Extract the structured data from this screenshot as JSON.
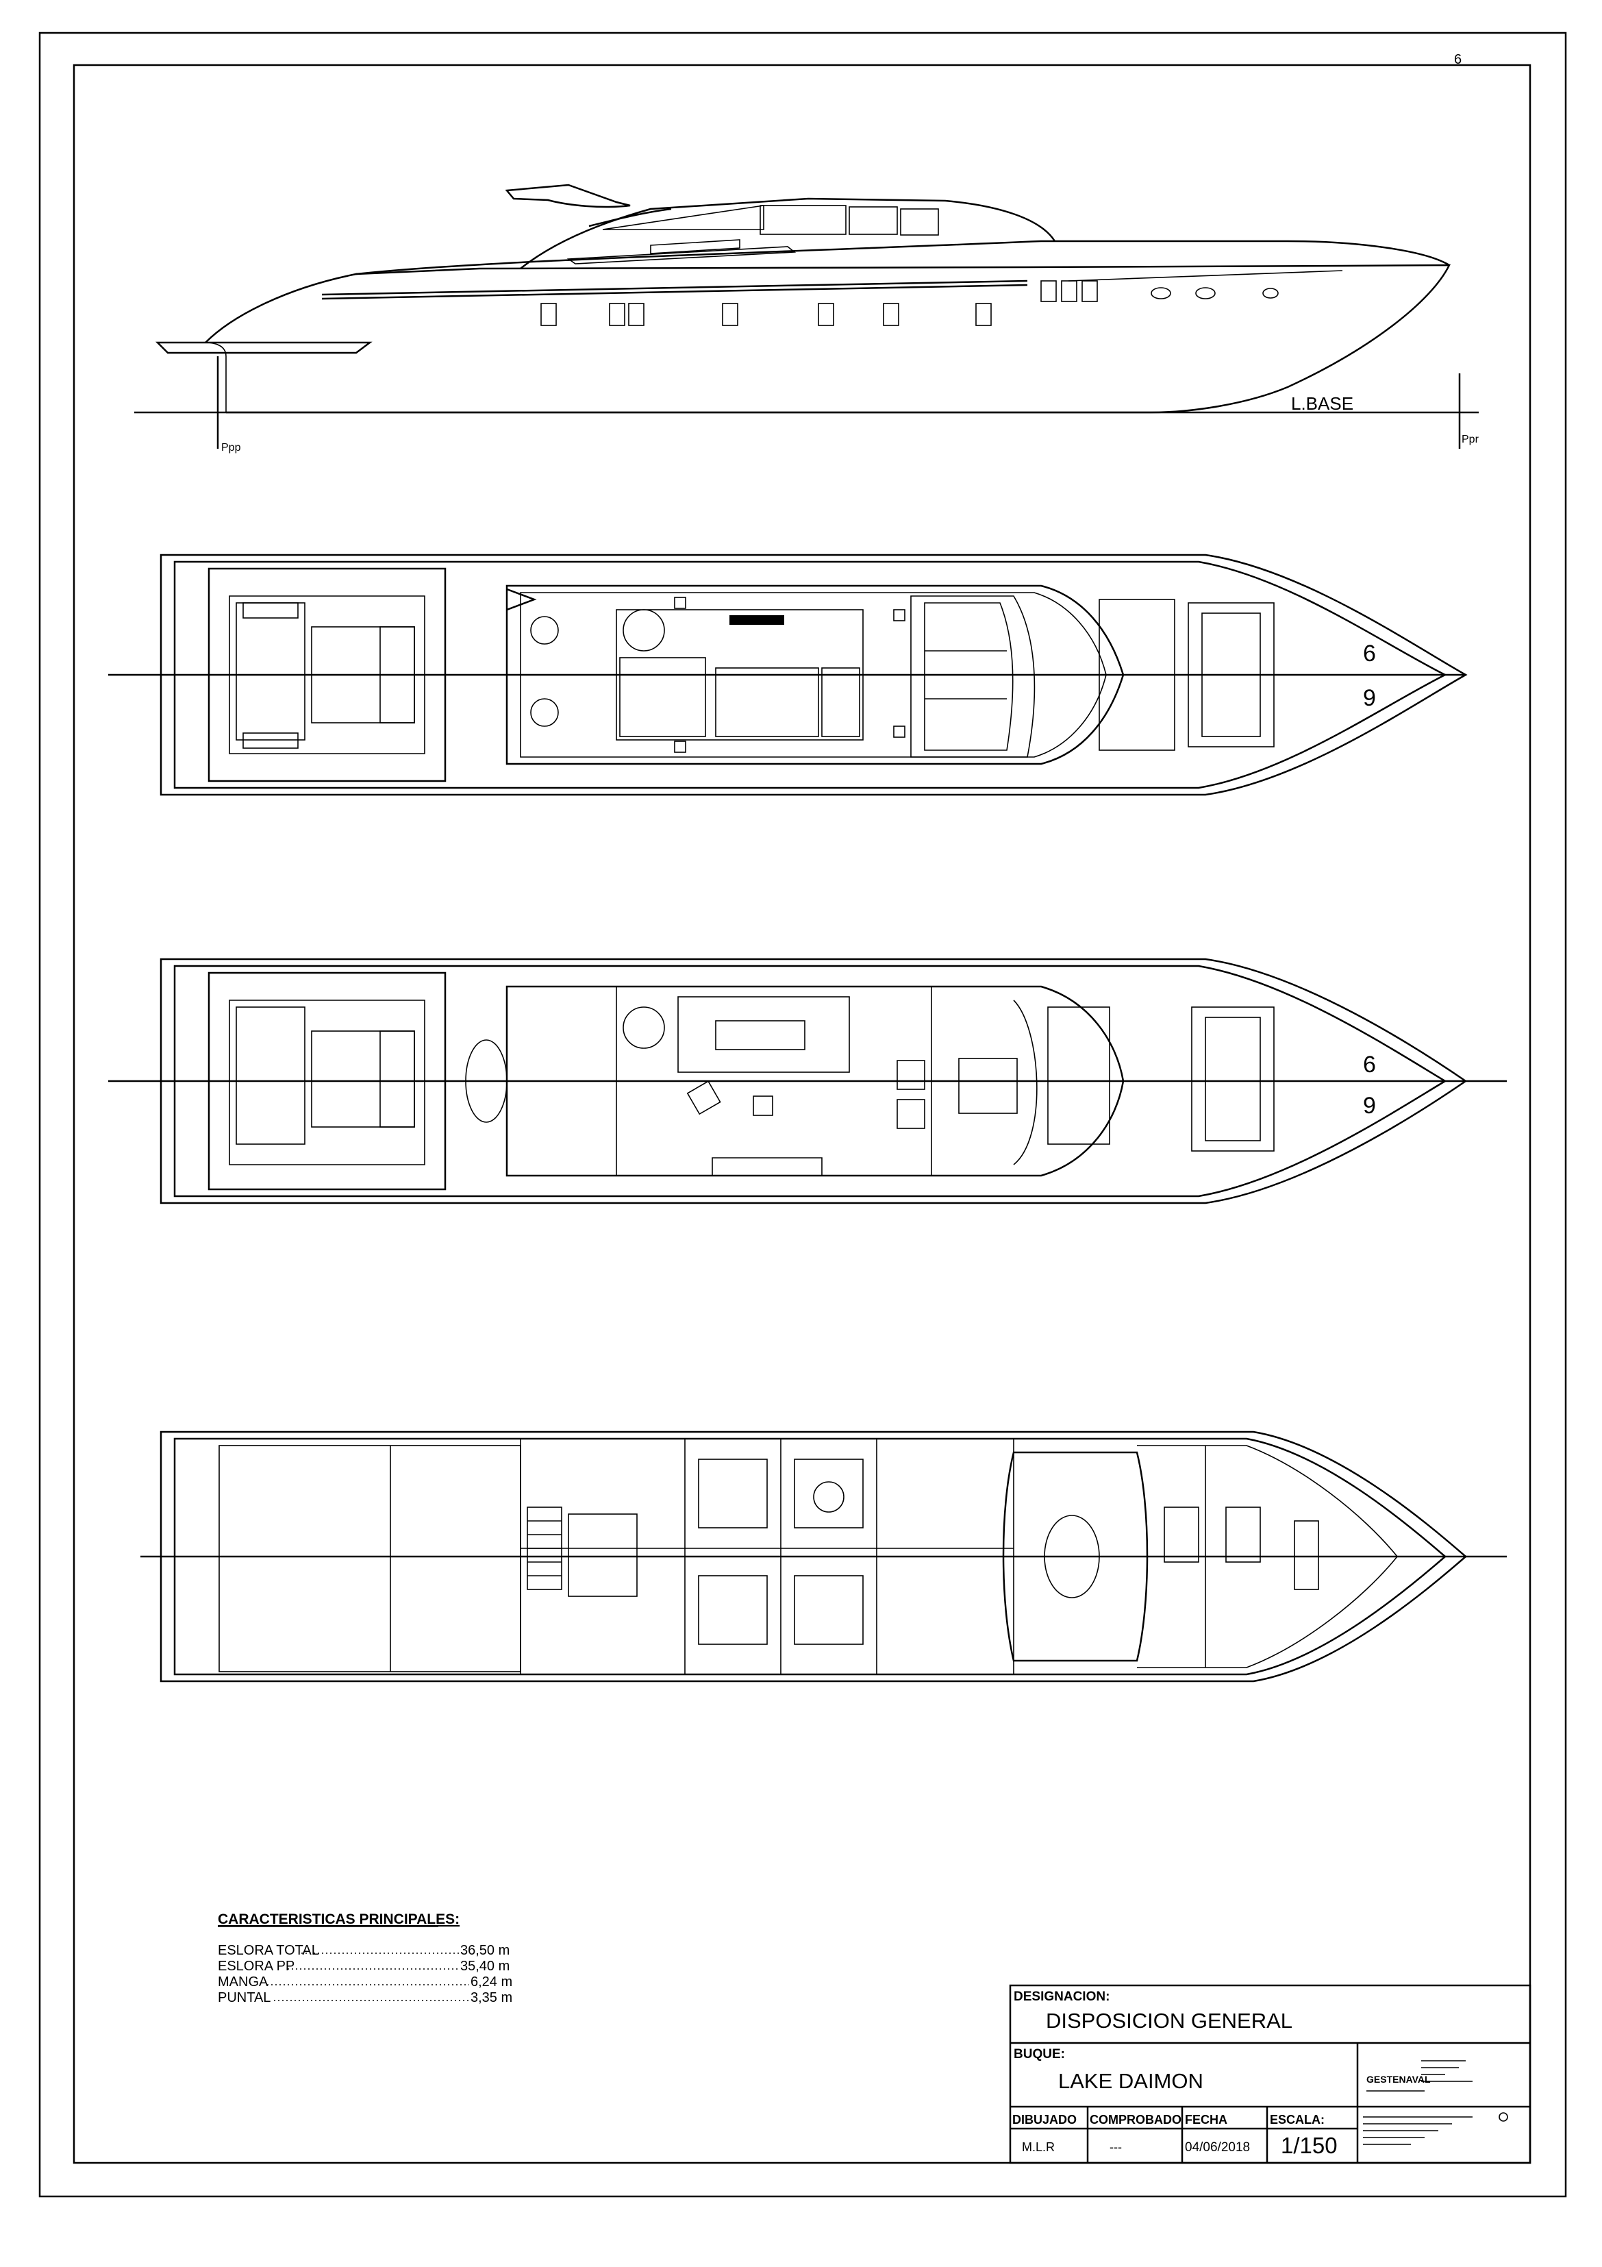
{
  "sheet": {
    "page_number": "6"
  },
  "profile": {
    "baseline_label": "L.BASE",
    "aft_perpendicular_label": "Ppp",
    "forward_perpendicular_label": "Ppr"
  },
  "characteristics": {
    "heading": "CARACTERISTICAS PRINCIPALES:",
    "rows": [
      {
        "label": "ESLORA TOTAL",
        "value": "36,50 m"
      },
      {
        "label": "ESLORA PP",
        "value": "35,40 m"
      },
      {
        "label": "MANGA",
        "value": "6,24 m"
      },
      {
        "label": "PUNTAL",
        "value": "3,35 m"
      }
    ]
  },
  "title_block": {
    "designation_label": "DESIGNACION:",
    "designation_value": "DISPOSICION GENERAL",
    "vessel_label": "BUQUE:",
    "vessel_value": "LAKE DAIMON",
    "company": "GESTENAVAL",
    "drawn_label": "DIBUJADO",
    "drawn_value": "M.L.R",
    "checked_label": "COMPROBADO",
    "checked_value": "---",
    "date_label": "FECHA",
    "date_value": "04/06/2018",
    "scale_label": "ESCALA:",
    "scale_value": "1/150"
  }
}
